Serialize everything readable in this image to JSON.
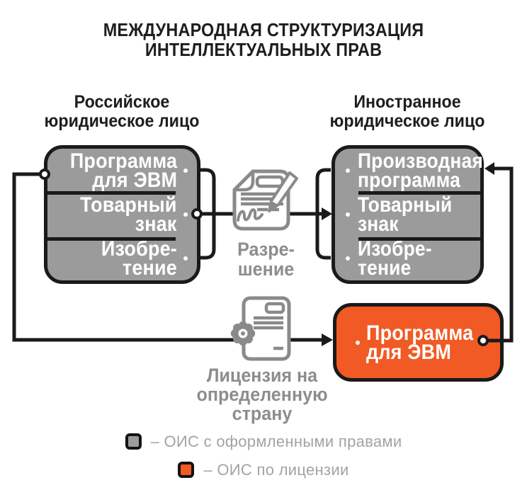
{
  "title": {
    "line1": "МЕЖДУНАРОДНАЯ СТРУКТУРИЗАЦИЯ",
    "line2": "ИНТЕЛЛЕКТУАЛЬНЫХ ПРАВ"
  },
  "left_entity": {
    "header_line1": "Российское",
    "header_line2": "юридическое лицо",
    "items": [
      {
        "line1": "Программа",
        "line2": "для ЭВМ"
      },
      {
        "line1": "Товарный",
        "line2": "знак"
      },
      {
        "line1": "Изобре-",
        "line2": "тение"
      }
    ]
  },
  "right_entity": {
    "header_line1": "Иностранное",
    "header_line2": "юридическое лицо",
    "items": [
      {
        "line1": "Производная",
        "line2": "программа"
      },
      {
        "line1": "Товарный",
        "line2": "знак"
      },
      {
        "line1": "Изобре-",
        "line2": "тение"
      }
    ],
    "licensed_item": {
      "line1": "Программа",
      "line2": "для ЭВМ"
    }
  },
  "connectors": {
    "permission_icon": "signed-document-icon",
    "permission_label_line1": "Разре-",
    "permission_label_line2": "шение",
    "license_icon": "certificate-seal-icon",
    "license_label_line1": "Лицензия на",
    "license_label_line2": "определенную",
    "license_label_line3": "страну"
  },
  "legend": {
    "items": [
      {
        "swatch_color": "#9b9b9b",
        "label": "– ОИС с оформленными правами"
      },
      {
        "swatch_color": "#f15a25",
        "label": "– ОИС по лицензии"
      }
    ]
  },
  "colors": {
    "box_gray": "#9b9b9b",
    "box_orange": "#f15a25",
    "line_black": "#1a1a1a",
    "icon_gray": "#8a8a8a",
    "connector_label_gray": "#8d8d8d",
    "legend_text_gray": "#a3a3a3",
    "box_text_white": "#ffffff"
  }
}
